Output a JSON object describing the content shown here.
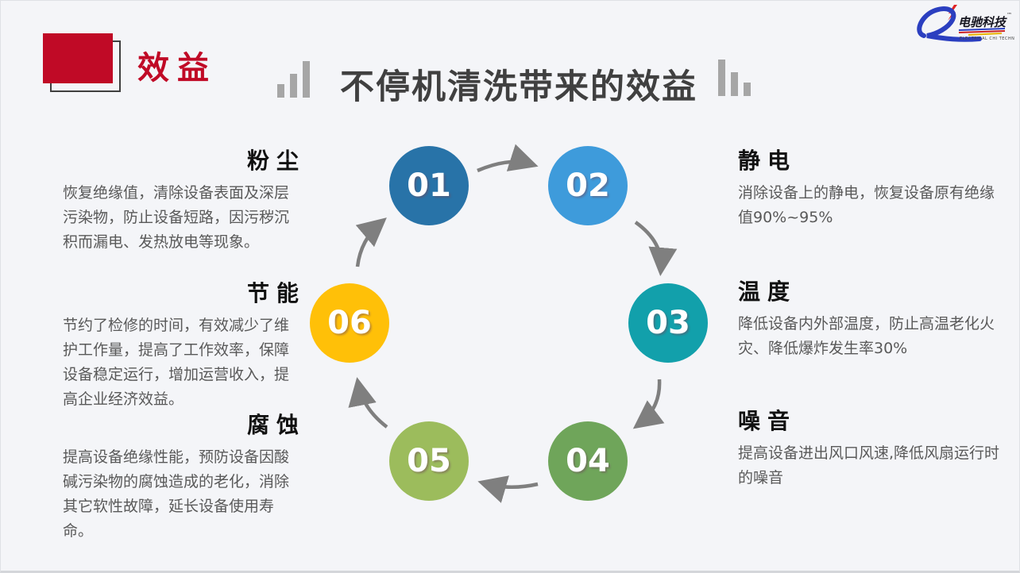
{
  "slide": {
    "corner_label": "效益",
    "title": "不停机清洗带来的效益",
    "accent_red": "#c00a26",
    "background": "#f4f5f8"
  },
  "logo": {
    "brand": "电驰科技",
    "trademark": "™",
    "subtitle": "ELECTRICAL CHI TECHNOLOGY",
    "swoosh_blue": "#2b3fc0",
    "bolt_red": "#e02424",
    "stripe_yellow": "#e9b400"
  },
  "cycle": {
    "arrow_color": "#7f7f7f",
    "items": [
      {
        "label": "01",
        "color": "#2873a8"
      },
      {
        "label": "02",
        "color": "#3e9bdb"
      },
      {
        "label": "03",
        "color": "#12a0ab"
      },
      {
        "label": "04",
        "color": "#6fa55a"
      },
      {
        "label": "05",
        "color": "#9cbc5c"
      },
      {
        "label": "06",
        "color": "#ffc008"
      }
    ]
  },
  "benefits": {
    "left": [
      {
        "title": "粉尘",
        "body": "恢复绝缘值，清除设备表面及深层污染物，防止设备短路，因污秽沉积而漏电、发热放电等现象。"
      },
      {
        "title": "节能",
        "body": "节约了检修的时间，有效减少了维护工作量，提高了工作效率，保障设备稳定运行，增加运营收入，提高企业经济效益。"
      },
      {
        "title": "腐蚀",
        "body": "提高设备绝缘性能，预防设备因酸碱污染物的腐蚀造成的老化，消除其它软性故障，延长设备使用寿命。"
      }
    ],
    "right": [
      {
        "title": "静电",
        "body": "消除设备上的静电，恢复设备原有绝缘值90%~95%"
      },
      {
        "title": "温度",
        "body": "降低设备内外部温度，防止高温老化火灾、降低爆炸发生率30%"
      },
      {
        "title": "噪音",
        "body": "提高设备进出风口风速,降低风扇运行时的噪音"
      }
    ]
  }
}
